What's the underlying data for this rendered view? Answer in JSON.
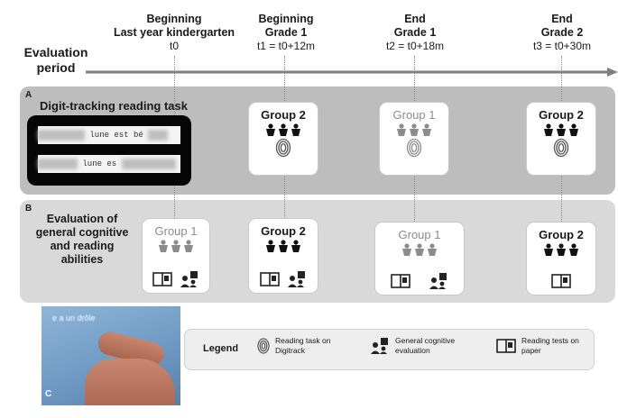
{
  "evaluation_period": "Evaluation period",
  "timepoints": [
    {
      "line1": "Beginning",
      "line2": "Last year kindergarten",
      "label": "t0"
    },
    {
      "line1": "Beginning",
      "line2": "Grade 1",
      "label": "t1 = t0+12m"
    },
    {
      "line1": "End",
      "line2": "Grade 1",
      "label": "t2 = t0+18m"
    },
    {
      "line1": "End",
      "line2": "Grade 2",
      "label": "t3 = t0+30m"
    }
  ],
  "panel_a": {
    "letter": "A",
    "title": "Digit-tracking reading task",
    "phone_line1": "lune est bé",
    "phone_line2": "lune es",
    "groups": [
      "Group 2",
      "Group 1",
      "Group 2"
    ]
  },
  "panel_b": {
    "letter": "B",
    "title": "Evaluation of general cognitive and reading abilities",
    "groups": [
      "Group 1",
      "Group 2",
      "Group 1",
      "Group 2"
    ]
  },
  "panel_c": {
    "letter": "C",
    "screen_text": "e a un drôle"
  },
  "legend": {
    "title": "Legend",
    "items": [
      {
        "icon": "fingerprint-icon",
        "text": "Reading task on Digitrack"
      },
      {
        "icon": "cognitive-evaluation-icon",
        "text": "General cognitive evaluation"
      },
      {
        "icon": "book-icon",
        "text": "Reading tests on paper"
      }
    ]
  },
  "colors": {
    "panel_a": "#bdbdbd",
    "panel_b": "#d9d9d9",
    "group1_text": "#8c8c8c",
    "group2_text": "#1a1a1a"
  }
}
